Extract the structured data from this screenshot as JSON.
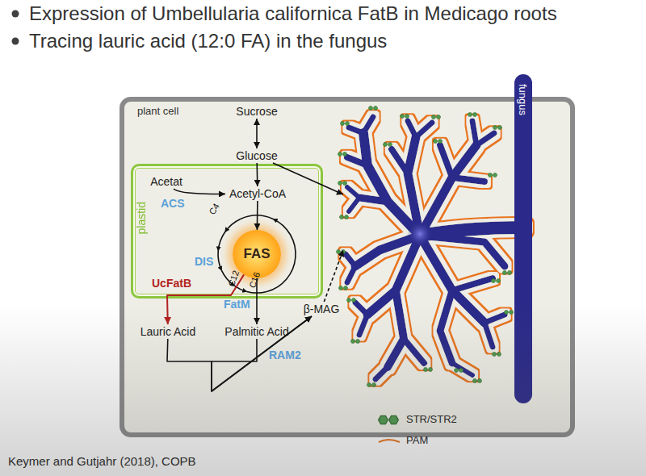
{
  "diagram": {
    "caption": "Keymer and Gutjahr (2018), COPB",
    "nodes": [
      {
        "text": [
          "plant cell"
        ]
      },
      {
        "text": [
          "Sucrose"
        ],
        "in": 0
      },
      {
        "text": [
          "Glucose"
        ],
        "in": 0
      },
      {
        "text": [
          "plastid"
        ],
        "in": 0
      },
      {
        "text": [
          "Acetat"
        ],
        "in": 3
      },
      {
        "text": [
          "Acetyl-CoA"
        ],
        "in": 3
      },
      {
        "text": [
          "FAS"
        ],
        "in": 3
      },
      {
        "text": [
          "Lauric Acid"
        ],
        "in": 0
      },
      {
        "text": [
          "Palmitic Acid"
        ],
        "in": 0
      },
      {
        "text": [
          "β-MAG"
        ],
        "in": 0
      },
      {
        "text": [
          "fungus"
        ]
      }
    ],
    "edges": [
      {
        "from": 1,
        "to": 2,
        "arrow": "both"
      },
      {
        "from": 2,
        "to": 5,
        "arrow": "to"
      },
      {
        "from": 4,
        "to": 5,
        "arrow": "to",
        "label": "ACS"
      },
      {
        "from": 5,
        "to": 6,
        "arrow": "to"
      },
      {
        "from": 6,
        "to": 7,
        "arrow": "to",
        "label": "UcFatB"
      },
      {
        "from": 6,
        "to": 8,
        "arrow": "to",
        "label": "FatM"
      },
      {
        "from": 7,
        "to": 9,
        "arrow": "to"
      },
      {
        "from": 8,
        "to": 9,
        "arrow": "to"
      },
      {
        "from": 9,
        "to": 10,
        "arrow": "to"
      },
      {
        "from": 2,
        "to": 10,
        "arrow": "to"
      }
    ],
    "labels": [
      "Expression of Umbellularia californica FatB in Medicago roots",
      "Tracing lauric acid (12:0 FA) in the fungus",
      "C4",
      "DIS",
      "C12",
      "C16",
      "RAM2"
    ],
    "legend": [
      {
        "text": "STR/STR2"
      },
      {
        "text": "PAM"
      }
    ]
  }
}
